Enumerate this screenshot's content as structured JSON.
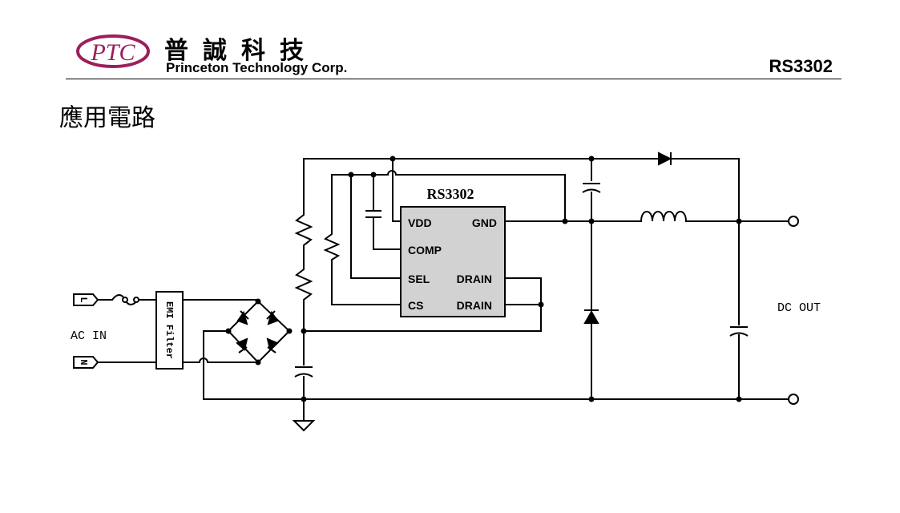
{
  "header": {
    "logo_text": "PTC",
    "company_cn": "普誠科技",
    "company_en": "Princeton Technology Corp.",
    "part_number": "RS3302"
  },
  "section_title": "應用電路",
  "schematic": {
    "ic_name": "RS3302",
    "pins": {
      "vdd": "VDD",
      "gnd": "GND",
      "comp": "COMP",
      "sel": "SEL",
      "drain1": "DRAIN",
      "cs": "CS",
      "drain2": "DRAIN"
    },
    "labels": {
      "ac_in": "AC IN",
      "dc_out": "DC OUT",
      "emi_filter": "EMI Filter",
      "line": "L",
      "neutral": "N"
    }
  }
}
